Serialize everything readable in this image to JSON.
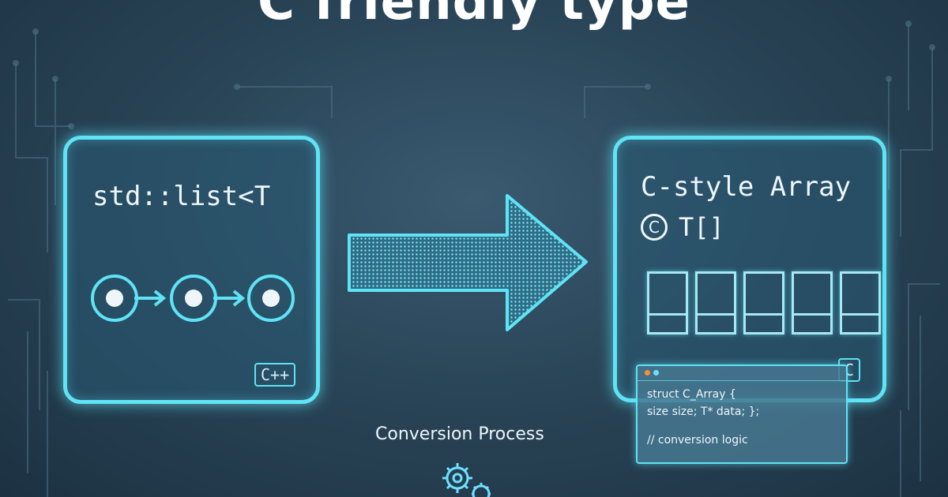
{
  "title": "C friendly type",
  "source": {
    "code": "std::list<T",
    "tag": "C++"
  },
  "target": {
    "title": "C-style Array",
    "badge": "C",
    "type": "T[]",
    "tag": "C",
    "cell_count": 5
  },
  "code_window": {
    "lines": [
      "struct C_Array {",
      "size size; T* data; };",
      "// conversion logic"
    ]
  },
  "caption": "Conversion Process",
  "colors": {
    "accent": "#5fe3f5",
    "background": "#2a4558"
  }
}
